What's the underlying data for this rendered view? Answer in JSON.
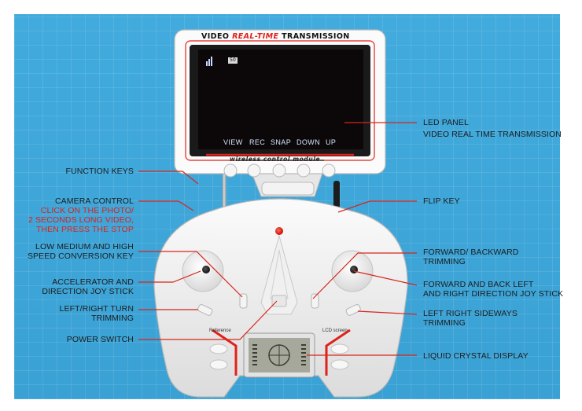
{
  "monitor": {
    "banner_prefix": "VIDEO",
    "banner_highlight": "REAL-TIME",
    "banner_suffix": "TRANSMISSION",
    "module_label": "wireless control module",
    "status_badge": "50",
    "menu": [
      "VIEW",
      "REC",
      "SNAP",
      "DOWN",
      "UP"
    ]
  },
  "controller": {
    "left_strip_label": "Reference",
    "right_strip_label": "LCD screen"
  },
  "labels": {
    "function_keys": "FUNCTION KEYS",
    "camera_control": "CAMERA CONTROL",
    "camera_note_1": "CLICK ON THE PHOTO/",
    "camera_note_2": "2 SECONDS LONG VIDEO,",
    "camera_note_3": "THEN PRESS THE STOP",
    "speed_1": "LOW MEDIUM AND HIGH",
    "speed_2": "SPEED CONVERSION KEY",
    "accel_1": "ACCELERATOR AND",
    "accel_2": "DIRECTION JOY STICK",
    "turn_1": "LEFT/RIGHT TURN",
    "turn_2": "TRIMMING",
    "power": "POWER SWITCH",
    "led_1": "LED PANEL",
    "led_2": "VIDEO REAL TIME TRANSMISSION",
    "flip": "FLIP KEY",
    "fb_1": "FORWARD/ BACKWARD",
    "fb_2": "TRIMMING",
    "dir_1": "FORWARD AND BACK LEFT",
    "dir_2": "AND RIGHT DIRECTION JOY STICK",
    "side_1": "LEFT RIGHT SIDEWAYS",
    "side_2": "TRIMMING",
    "lcd": "LIQUID CRYSTAL DISPLAY"
  },
  "colors": {
    "background": "#3ea7da",
    "leader_line": "#d6261c",
    "label_text": "#1d1d1d",
    "note_text": "#e0211a",
    "screen": "#0c0708"
  }
}
